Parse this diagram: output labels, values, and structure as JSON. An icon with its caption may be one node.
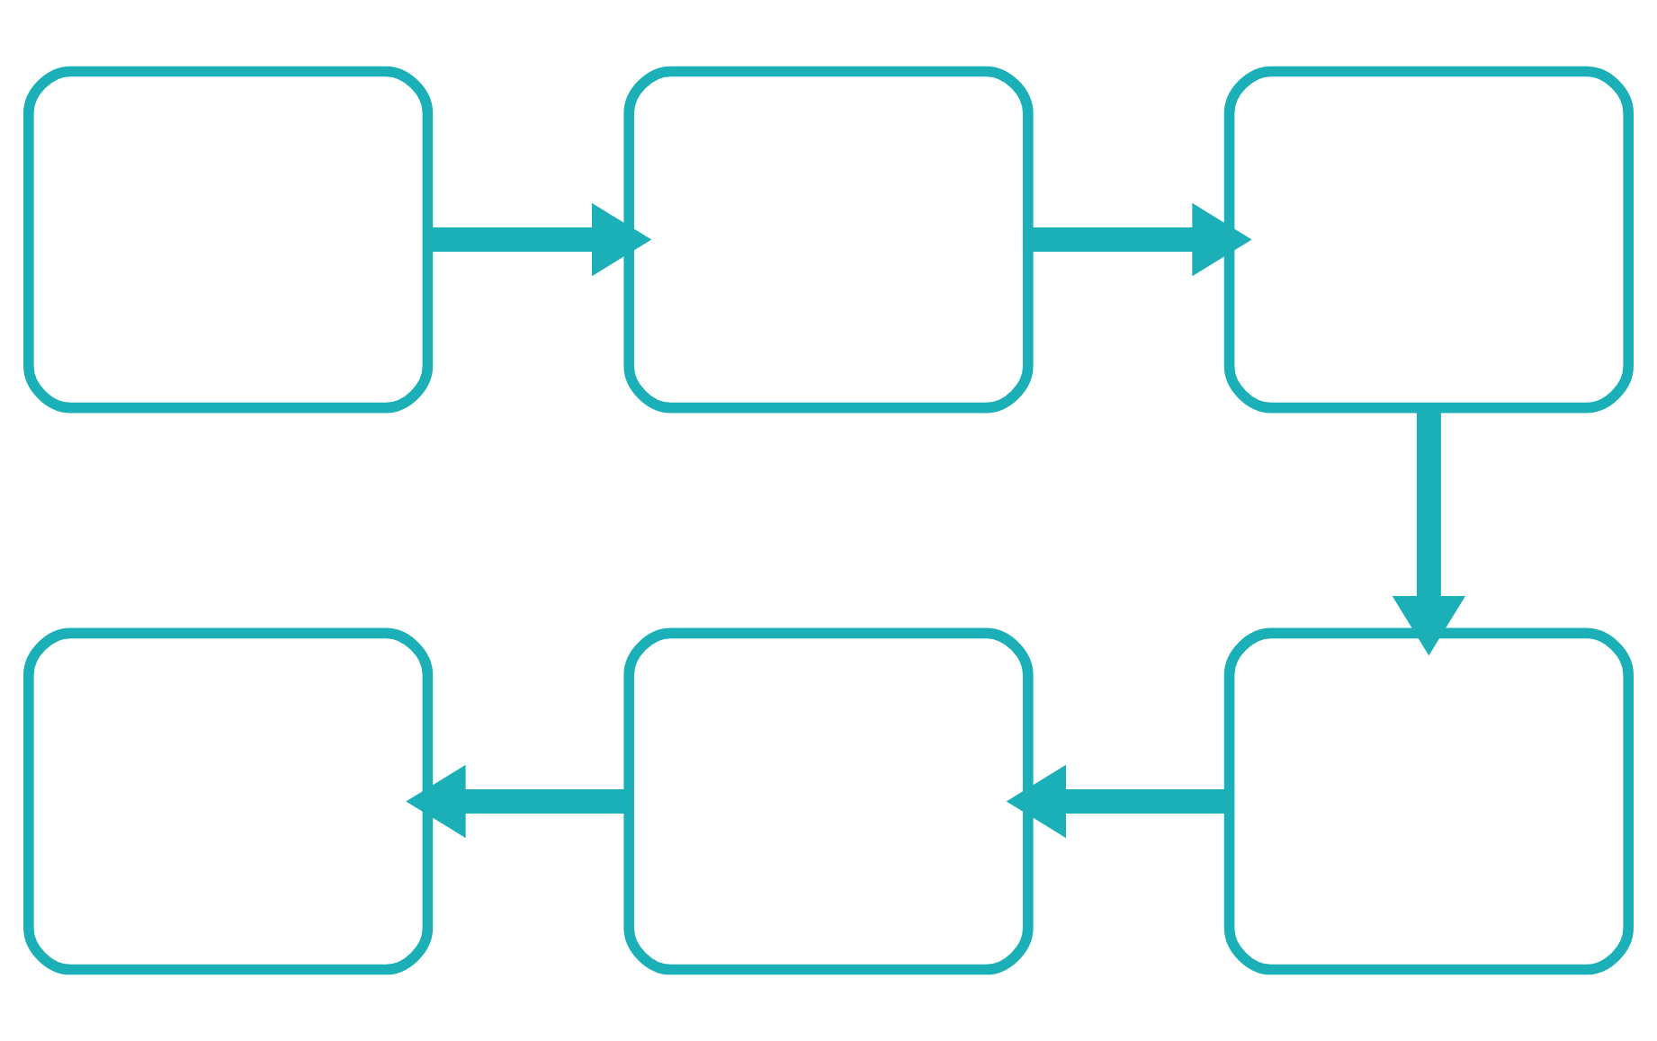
{
  "diagram": {
    "nodes": [
      {
        "text": [],
        "shape": "box"
      },
      {
        "text": [],
        "shape": "box"
      },
      {
        "text": [],
        "shape": "box"
      },
      {
        "text": [],
        "shape": "box"
      },
      {
        "text": [],
        "shape": "box"
      },
      {
        "text": [],
        "shape": "box"
      }
    ],
    "edges": [
      {
        "from": 0,
        "to": 1,
        "arrow": "to"
      },
      {
        "from": 1,
        "to": 2,
        "arrow": "to"
      },
      {
        "from": 2,
        "to": 5,
        "arrow": "to"
      },
      {
        "from": 5,
        "to": 4,
        "arrow": "to"
      },
      {
        "from": 4,
        "to": 3,
        "arrow": "to"
      }
    ]
  }
}
